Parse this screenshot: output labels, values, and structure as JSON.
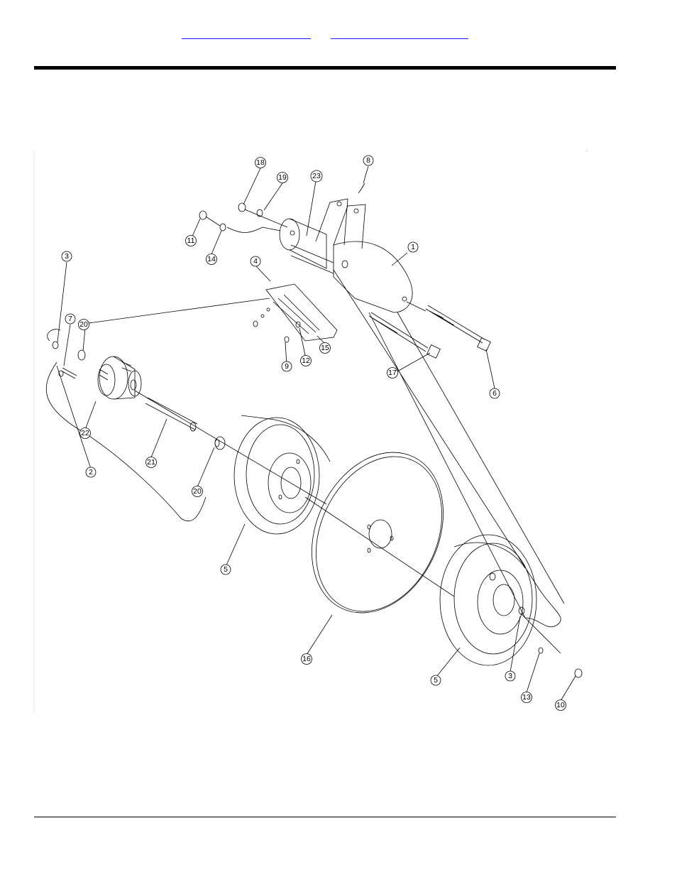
{
  "header": {
    "links": [
      {
        "text": ""
      },
      {
        "text": ""
      }
    ]
  },
  "diagram": {
    "callouts": [
      {
        "label": "18"
      },
      {
        "label": "19"
      },
      {
        "label": "23"
      },
      {
        "label": "8"
      },
      {
        "label": "11"
      },
      {
        "label": "14"
      },
      {
        "label": "1"
      },
      {
        "label": "4"
      },
      {
        "label": "3"
      },
      {
        "label": "7"
      },
      {
        "label": "20"
      },
      {
        "label": "15"
      },
      {
        "label": "12"
      },
      {
        "label": "9"
      },
      {
        "label": "17"
      },
      {
        "label": "6"
      },
      {
        "label": "22"
      },
      {
        "label": "21"
      },
      {
        "label": "20"
      },
      {
        "label": "2"
      },
      {
        "label": "5"
      },
      {
        "label": "16"
      },
      {
        "label": "5"
      },
      {
        "label": "3"
      },
      {
        "label": "13"
      },
      {
        "label": "10"
      }
    ]
  },
  "colors": {
    "link": "#1a1aff",
    "rule": "#000000",
    "line": "#000000"
  }
}
